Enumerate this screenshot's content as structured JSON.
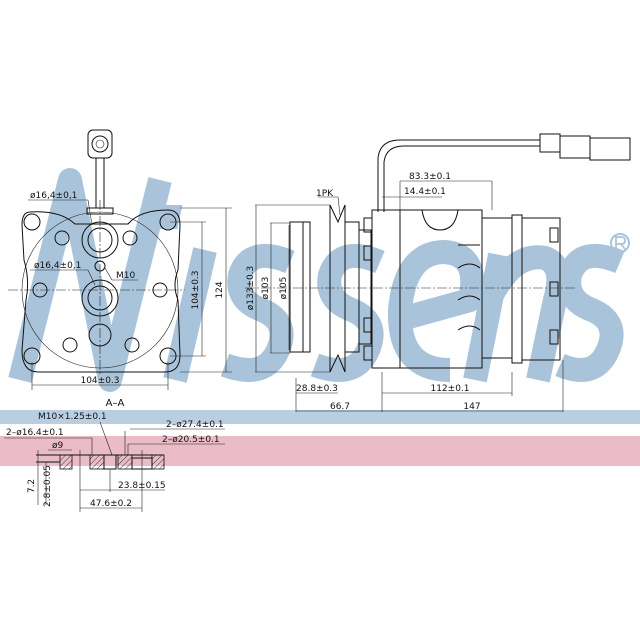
{
  "watermark": {
    "text": "Nissens",
    "registered_mark": "®",
    "color": "#a9c4da"
  },
  "bands": {
    "blue": "#b9cfe1",
    "pink": "#e9bcc7"
  },
  "front_view": {
    "port_top": "ø16,4±0,1",
    "port_bottom": "ø16,4±0,1",
    "thread": "M10",
    "height_outer": "124",
    "height_inner": "104±0.3",
    "width": "104±0.3",
    "section_label": "A–A"
  },
  "side_view": {
    "belt": "1PK",
    "dim_83": "83.3±0.1",
    "dim_14": "14.4±0.1",
    "dia_133": "ø133±0.3",
    "dia_103": "ø103",
    "dia_105": "ø105",
    "dim_28": "28.8±0.3",
    "dim_112": "112±0.1",
    "dim_66": "66.7",
    "dim_147": "147"
  },
  "section_view": {
    "thread": "M10×1.25±0.1",
    "holes_16": "2–ø16.4±0.1",
    "dia_9": "ø9",
    "holes_27": "2–ø27.4±0.1",
    "holes_20": "2–ø20.5±0.1",
    "dim_7": "7.2",
    "dim_2_8": "2.8±0.05",
    "dim_23": "23.8±0.15",
    "dim_47": "47.6±0.2"
  }
}
